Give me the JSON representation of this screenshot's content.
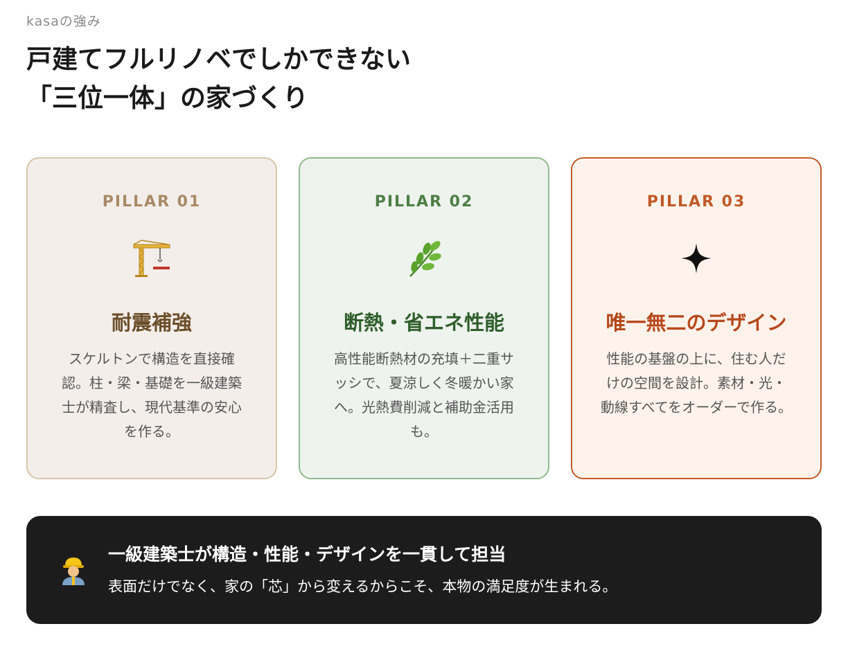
{
  "section": {
    "eyebrow": "kasaの強み",
    "title_line1": "戸建てフルリノベでしかできない",
    "title_line2": "「三位一体」の家づくり"
  },
  "pillars": [
    {
      "label": "PILLAR 01",
      "icon": "crane-icon",
      "title": "耐震補強",
      "desc": "スケルトンで構造を直接確認。柱・梁・基礎を一級建築士が精査し、現代基準の安心を作る。",
      "accent": "#a88a66",
      "border": "#d6c6a8",
      "background": "#f3eeea"
    },
    {
      "label": "PILLAR 02",
      "icon": "leaf-icon",
      "title": "断熱・省エネ性能",
      "desc": "高性能断熱材の充填＋二重サッシで、夏涼しく冬暖かい家へ。光熱費削減と補助金活用も。",
      "accent": "#4d7e45",
      "border": "#8fb88a",
      "background": "#eef3ee"
    },
    {
      "label": "PILLAR 03",
      "icon": "sparkle-icon",
      "title": "唯一無二のデザイン",
      "desc": "性能の基盤の上に、住む人だけの空間を設計。素材・光・動線すべてをオーダーで作る。",
      "accent": "#c25a28",
      "border": "#c25a28",
      "background": "#fdf3ec"
    }
  ],
  "banner": {
    "icon": "construction-worker-icon",
    "title": "一級建築士が構造・性能・デザインを一貫して担当",
    "text": "表面だけでなく、家の「芯」から変えるからこそ、本物の満足度が生まれる。",
    "background": "#1c1c1c"
  }
}
